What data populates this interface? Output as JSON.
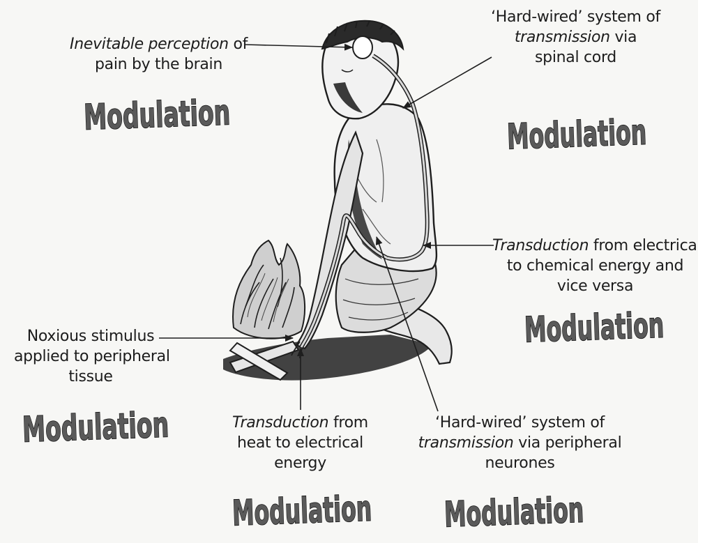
{
  "captions": {
    "brain": {
      "line1_italic": "Inevitable perception",
      "line1_rest": " of",
      "line2": "pain by the brain"
    },
    "spinal": {
      "line1": "‘Hard-wired’ system of",
      "line2_italic": "transmission",
      "line2_rest": " via",
      "line3": "spinal cord"
    },
    "transduction_chem": {
      "line1_italic": "Transduction",
      "line1_rest": " from electrical",
      "line2": "to chemical energy and",
      "line3": "vice versa"
    },
    "noxious": {
      "line1": "Noxious stimulus",
      "line2": "applied to peripheral",
      "line3": "tissue"
    },
    "transduction_heat": {
      "line1_italic": "Transduction",
      "line1_rest": " from",
      "line2": "heat to electrical",
      "line3": "energy"
    },
    "peripheral": {
      "line1": "‘Hard-wired’ system of",
      "line2_italic": "transmission",
      "line2_rest": " via peripheral",
      "line3": "neurones"
    }
  },
  "modulation_word": "Modulation",
  "colors": {
    "modulation_fill": "#5a5a5a",
    "modulation_stroke": "#111111",
    "figure_ink": "#1e1e1e",
    "pathway": "#d9d9d9"
  }
}
